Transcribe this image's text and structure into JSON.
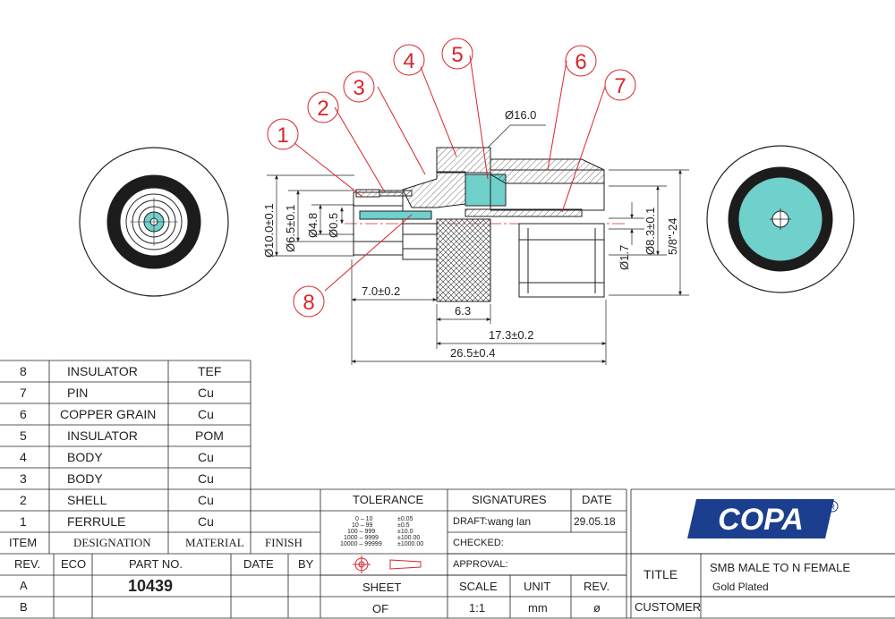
{
  "balloons": [
    "1",
    "2",
    "3",
    "4",
    "5",
    "6",
    "7",
    "8"
  ],
  "dimensions": {
    "dia16": "Ø16.0",
    "dia10": "Ø10.0±0.1",
    "dia65": "Ø6.5±0.1",
    "dia48": "Ø4.8",
    "dia05": "Ø0.5",
    "dia83": "Ø8.3±0.1",
    "dia17": "Ø1.7",
    "thread": "5/8\"-24",
    "len70": "7.0±0.2",
    "len63": "6.3",
    "len173": "17.3±0.2",
    "len265": "26.5±0.4"
  },
  "bom": {
    "rows": [
      {
        "item": "8",
        "designation": "INSULATOR",
        "material": "TEF"
      },
      {
        "item": "7",
        "designation": "PIN",
        "material": "Cu"
      },
      {
        "item": "6",
        "designation": "COPPER GRAIN",
        "material": "Cu"
      },
      {
        "item": "5",
        "designation": "INSULATOR",
        "material": "POM"
      },
      {
        "item": "4",
        "designation": "BODY",
        "material": "Cu"
      },
      {
        "item": "3",
        "designation": "BODY",
        "material": "Cu"
      },
      {
        "item": "2",
        "designation": "SHELL",
        "material": "Cu"
      },
      {
        "item": "1",
        "designation": "FERRULE",
        "material": "Cu"
      }
    ],
    "headers": {
      "item": "ITEM",
      "designation": "DESIGNATION",
      "material": "MATERIAL",
      "finish": "FINISH"
    }
  },
  "revision": {
    "headers": {
      "rev": "REV.",
      "eco": "ECO",
      "part_no": "PART NO.",
      "date": "DATE",
      "by": "BY"
    },
    "rows": [
      {
        "rev": "A",
        "part_no": "10439"
      },
      {
        "rev": "B"
      }
    ]
  },
  "tolerance": {
    "title": "TOLERANCE",
    "ranges": [
      "0 – 10",
      "10 – 99",
      "100 – 999",
      "1000 – 9999",
      "10000 – 99999"
    ],
    "values": [
      "±0.05",
      "±0.5",
      "±10.0",
      "±100.00",
      "±1000.00"
    ]
  },
  "signatures": {
    "title": "SIGNATURES",
    "date_header": "DATE",
    "draft_label": "DRAFT:",
    "draft_name": "wang lan",
    "draft_date": "29.05.18",
    "checked_label": "CHECKED:",
    "approval_label": "APPROVAL:"
  },
  "sheet_info": {
    "sheet_header": "SHEET",
    "sheet_value": "OF",
    "scale_header": "SCALE",
    "scale_value": "1:1",
    "unit_header": "UNIT",
    "unit_value": "mm",
    "rev_header": "REV.",
    "rev_value": "ø"
  },
  "title_block": {
    "logo": "COPA",
    "title_label": "TITLE",
    "title_line1": "SMB MALE TO N FEMALE",
    "title_line2": "Gold Plated",
    "customer_label": "CUSTOMER"
  },
  "colors": {
    "balloon": "#d9262a",
    "insulator_fill": "#6fd0cc",
    "logo_blue": "#1b3e8f",
    "line": "#222222"
  }
}
